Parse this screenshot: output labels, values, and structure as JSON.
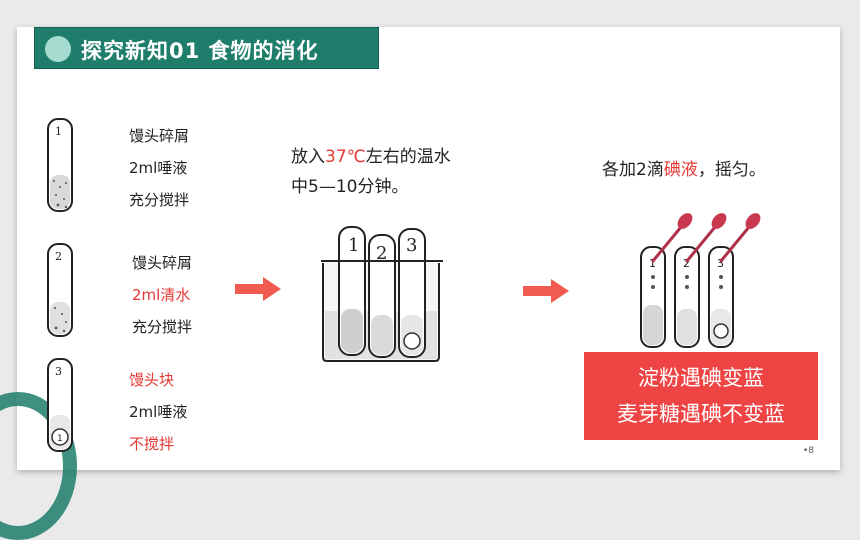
{
  "title": {
    "text": "探究新知01 食物的消化"
  },
  "tubes": [
    {
      "number": "1",
      "lines": [
        {
          "text": "馒头碎屑",
          "color": "#222222"
        },
        {
          "text": "2ml唾液",
          "color": "#222222"
        },
        {
          "text": "充分搅拌",
          "color": "#222222"
        }
      ]
    },
    {
      "number": "2",
      "lines": [
        {
          "text": "馒头碎屑",
          "color": "#222222"
        },
        {
          "text": "2ml清水",
          "color": "#e53935"
        },
        {
          "text": "充分搅拌",
          "color": "#222222"
        }
      ]
    },
    {
      "number": "3",
      "lines": [
        {
          "text": "馒头块",
          "color": "#e53935"
        },
        {
          "text": "2ml唾液",
          "color": "#222222"
        },
        {
          "text": "不搅拌",
          "color": "#e53935"
        }
      ]
    }
  ],
  "step2": {
    "line1_a": "放入",
    "line1_temp": "37℃",
    "line1_b": "左右的温水",
    "line2": "中5—10分钟。"
  },
  "step3": {
    "a": "各加2滴",
    "reagent": "碘液",
    "b": "，摇匀。"
  },
  "result": {
    "line1": "淀粉遇碘变蓝",
    "line2": "麦芽糖遇碘不变蓝"
  },
  "page_number": "•8",
  "colors": {
    "accent": "#1f7d6b",
    "highlight": "#e53935",
    "arrow": "#f05a4f",
    "result_bg": "#ef4444"
  }
}
